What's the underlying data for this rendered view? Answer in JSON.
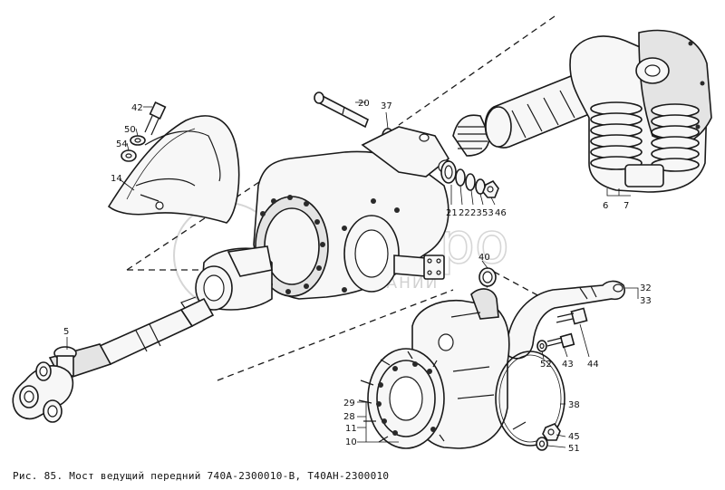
{
  "figure": {
    "caption": "Рис. 85. Мост ведущий передний 740А-2300010-В, Т40АН-2300010"
  },
  "watermark": {
    "brand": "белагро",
    "subtitle": "ГРУППА КОМПАНИЙ"
  },
  "callouts": {
    "c42": "42",
    "c50": "50",
    "c54": "54",
    "c14": "14",
    "c20": "20",
    "c37": "37",
    "c6": "6",
    "c7": "7",
    "c21": "21",
    "c22": "22",
    "c23": "23",
    "c53": "53",
    "c46": "46",
    "c40": "40",
    "c32": "32",
    "c33": "33",
    "c5": "5",
    "c52": "52",
    "c43": "43",
    "c44": "44",
    "c29": "29",
    "c28": "28",
    "c11": "11",
    "c10": "10",
    "c38": "38",
    "c45": "45",
    "c51": "51"
  }
}
